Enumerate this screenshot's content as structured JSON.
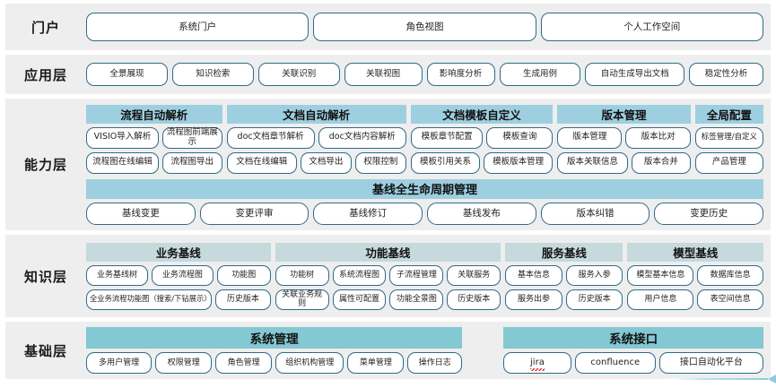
{
  "diagram": {
    "title": "系统架构分层图",
    "colors": {
      "band_bg": "#eeeeee",
      "pill_border": "#2e6b86",
      "capability_header": "#9ecfe0",
      "knowledge_header": "#c6d9dd",
      "foundation_header": "#83c8d2",
      "accent_arrow": "#8fcbdd"
    }
  },
  "layers": {
    "portal": {
      "label": "门户",
      "items": [
        "系统门户",
        "角色视图",
        "个人工作空间"
      ]
    },
    "application": {
      "label": "应用层",
      "items": [
        "全景展现",
        "知识检索",
        "关联识别",
        "关联视图",
        "影响度分析",
        "生成用例",
        "自动生成导出文档",
        "稳定性分析"
      ]
    },
    "capability": {
      "label": "能力层",
      "groups": [
        {
          "title": "流程自动解析",
          "row1": [
            "VISIO导入解析",
            "流程图前端展示"
          ],
          "row2": [
            "流程图在线编辑",
            "流程图导出"
          ]
        },
        {
          "title": "文档自动解析",
          "row1": [
            "doc文档章节解析",
            "doc文档内容解析"
          ],
          "row2": [
            "文档在线编辑",
            "文档导出",
            "权限控制"
          ]
        },
        {
          "title": "文档模板自定义",
          "row1": [
            "模板章节配置",
            "模板查询"
          ],
          "row2": [
            "模板引用关系",
            "模板版本管理"
          ]
        },
        {
          "title": "版本管理",
          "row1": [
            "版本管理",
            "版本比对"
          ],
          "row2": [
            "版本关联信息",
            "版本合并"
          ]
        },
        {
          "title": "全局配置",
          "row1": [
            "标签管理/自定义"
          ],
          "row2": [
            "产品管理"
          ]
        }
      ],
      "lifecycle": {
        "title": "基线全生命周期管理",
        "items": [
          "基线变更",
          "变更评审",
          "基线修订",
          "基线发布",
          "版本纠错",
          "变更历史"
        ]
      }
    },
    "knowledge": {
      "label": "知识层",
      "groups": [
        {
          "title": "业务基线",
          "row1": [
            "业务基线树",
            "业务流程图",
            "功能图"
          ],
          "row2": [
            "全业务流程功能图（搜索/下钻展示）",
            "历史版本"
          ]
        },
        {
          "title": "功能基线",
          "row1": [
            "功能树",
            "系统流程图",
            "子流程管理",
            "关联服务"
          ],
          "row2": [
            "关联业务规则",
            "属性可配置",
            "功能全景图",
            "历史版本"
          ]
        },
        {
          "title": "服务基线",
          "row1": [
            "基本信息",
            "服务入参"
          ],
          "row2": [
            "服务出参",
            "历史版本"
          ]
        },
        {
          "title": "模型基线",
          "row1": [
            "模型基本信息",
            "数据库信息"
          ],
          "row2": [
            "用户信息",
            "表空间信息"
          ]
        }
      ]
    },
    "foundation": {
      "label": "基础层",
      "groups": [
        {
          "title": "系统管理",
          "items": [
            "多用户管理",
            "权限管理",
            "角色管理",
            "组织机构管理",
            "菜单管理",
            "操作日志"
          ]
        },
        {
          "title": "系统接口",
          "items": [
            "jira",
            "confluence",
            "接口自动化平台"
          ]
        }
      ]
    }
  }
}
